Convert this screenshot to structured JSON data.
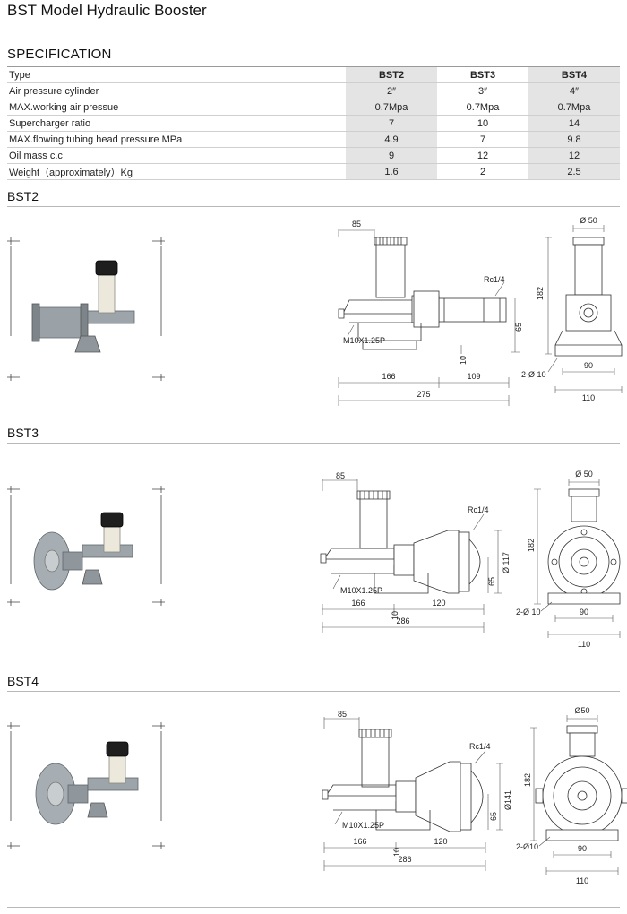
{
  "page": {
    "title": "BST Model Hydraulic Booster"
  },
  "spec": {
    "heading": "SPECIFICATION",
    "rows": [
      {
        "label": "Type",
        "values": [
          "BST2",
          "BST3",
          "BST4"
        ]
      },
      {
        "label": "Air pressure cylinder",
        "values": [
          "2″",
          "3″",
          "4″"
        ]
      },
      {
        "label": "MAX.working air pressue",
        "values": [
          "0.7Mpa",
          "0.7Mpa",
          "0.7Mpa"
        ]
      },
      {
        "label": "Supercharger ratio",
        "values": [
          "7",
          "10",
          "14"
        ]
      },
      {
        "label": "MAX.flowing tubing head pressure MPa",
        "values": [
          "4.9",
          "7",
          "9.8"
        ]
      },
      {
        "label": "Oil mass c.c",
        "values": [
          "9",
          "12",
          "12"
        ]
      },
      {
        "label": "Weight（approximately）Kg",
        "values": [
          "1.6",
          "2",
          "2.5"
        ]
      }
    ]
  },
  "models": [
    {
      "name": "BST2",
      "dims": {
        "top": "85",
        "thread": "M10X1.25P",
        "port": "Rc1/4",
        "height": "65",
        "base": "10",
        "left": "166",
        "right": "109",
        "total": "275",
        "dia": "Ø 50",
        "side_height": "182",
        "holes": "2-Ø 10",
        "inner": "90",
        "outer": "110"
      }
    },
    {
      "name": "BST3",
      "dims": {
        "top": "85",
        "thread": "M10X1.25P",
        "port": "Rc1/4",
        "height": "65",
        "base": "10",
        "left": "166",
        "right": "120",
        "total": "286",
        "dia": "Ø 50",
        "side_height": "182",
        "holes": "2-Ø 10",
        "inner": "90",
        "outer": "110",
        "flange": "Ø 117"
      }
    },
    {
      "name": "BST4",
      "dims": {
        "top": "85",
        "thread": "M10X1.25P",
        "port": "Rc1/4",
        "height": "65",
        "base": "10",
        "left": "166",
        "right": "120",
        "total": "286",
        "dia": "Ø50",
        "side_height": "182",
        "holes": "2-Ø10",
        "inner": "90",
        "outer": "110",
        "flange": "Ø141"
      }
    }
  ]
}
